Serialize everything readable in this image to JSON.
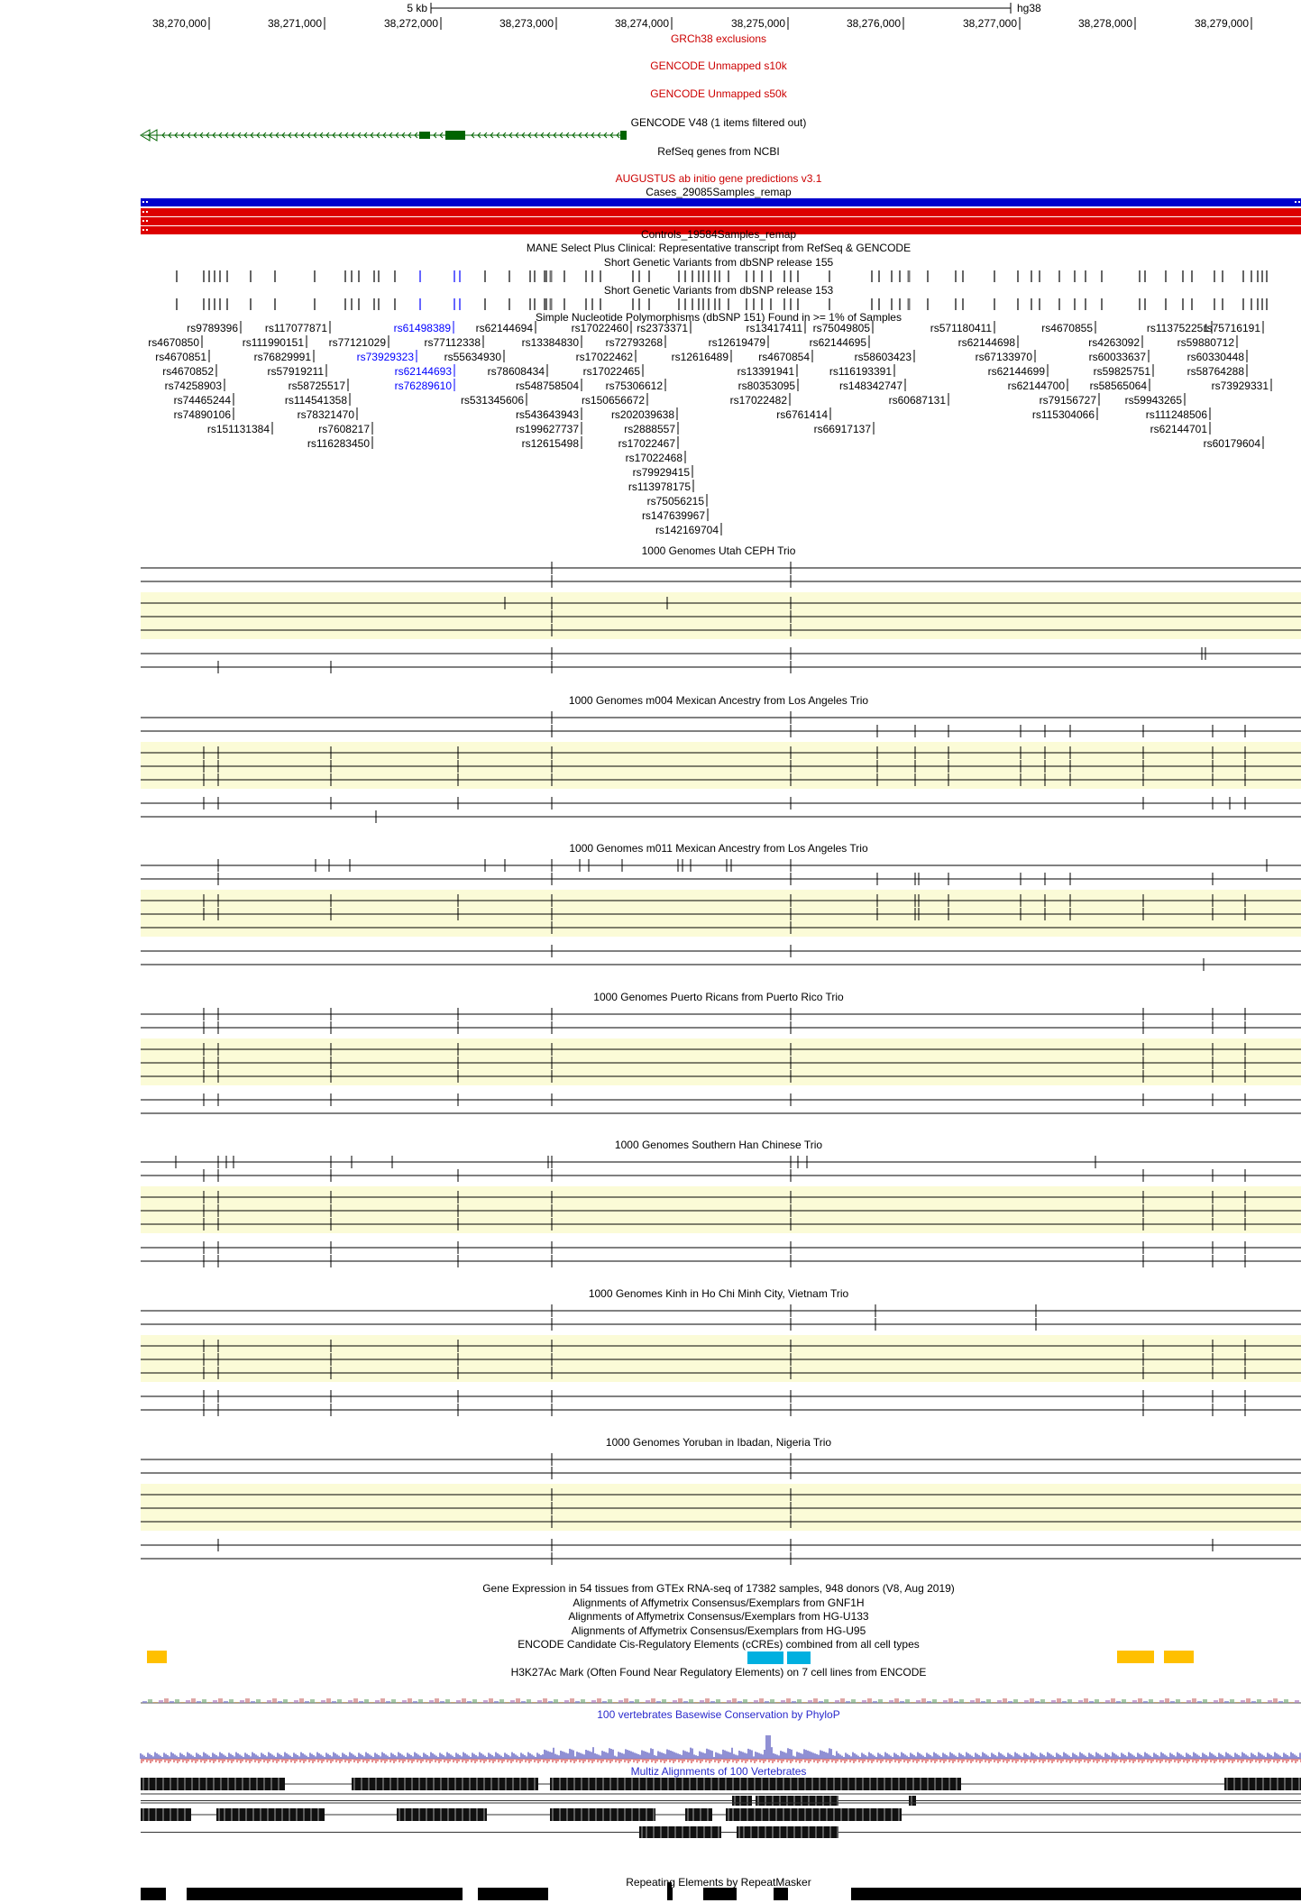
{
  "browser": {
    "scale_label": "5 kb",
    "assembly": "hg38",
    "ruler_positions": [
      "38,270,000",
      "38,271,000",
      "38,272,000",
      "38,273,000",
      "38,274,000",
      "38,275,000",
      "38,276,000",
      "38,277,000",
      "38,278,000",
      "38,279,000"
    ]
  },
  "colors": {
    "red_title": "#cc0000",
    "blue_title": "#2a2acc",
    "gencode_green": "#006400",
    "trio_highlight": "#fbfbd7",
    "cases_blue": "#0000cc",
    "controls_red": "#dd0000",
    "ccre_orange": "#ffc000",
    "ccre_cyan": "#00b0e0",
    "snp_blue": "#0000ff"
  },
  "tracks": {
    "grch38_exclusions": "GRCh38 exclusions",
    "gencode_unmapped_10k": "GENCODE Unmapped s10k",
    "gencode_unmapped_50k": "GENCODE Unmapped s50k",
    "gencode": "GENCODE V48 (1 items filtered out)",
    "refseq": "RefSeq genes from NCBI",
    "augustus": "AUGUSTUS ab initio gene predictions v3.1",
    "cases": "Cases_29085Samples_remap",
    "controls": "Controls_19584Samples_remap",
    "mane": "MANE Select Plus Clinical: Representative transcript from RefSeq & GENCODE",
    "dbsnp155": "Short Genetic Variants from dbSNP release 155",
    "dbsnp153": "Short Genetic Variants from dbSNP release 153",
    "common_snps": "Simple Nucleotide Polymorphisms (dbSNP 151) Found in >= 1% of Samples",
    "trios": [
      "1000 Genomes Utah CEPH Trio",
      "1000 Genomes m004 Mexican Ancestry from Los Angeles Trio",
      "1000 Genomes m011 Mexican Ancestry from Los Angeles Trio",
      "1000 Genomes Puerto Ricans from Puerto Rico Trio",
      "1000 Genomes Southern Han Chinese Trio",
      "1000 Genomes Kinh in Ho Chi Minh City, Vietnam Trio",
      "1000 Genomes Yoruban in Ibadan, Nigeria Trio"
    ],
    "gtex": "Gene Expression in 54 tissues from GTEx RNA-seq of 17382 samples, 948 donors (V8, Aug 2019)",
    "affy_gnf1h": "Alignments of Affymetrix Consensus/Exemplars from GNF1H",
    "affy_u133": "Alignments of Affymetrix Consensus/Exemplars from HG-U133",
    "affy_u95": "Alignments of Affymetrix Consensus/Exemplars from HG-U95",
    "encode_ccre": "ENCODE Candidate Cis-Regulatory Elements (cCREs) combined from all cell types",
    "h3k27ac": "H3K27Ac Mark (Often Found Near Regulatory Elements) on 7 cell lines from ENCODE",
    "phylop": "100 vertebrates Basewise Conservation by PhyloP",
    "multiz": "Multiz Alignments of 100 Vertebrates",
    "repeatmasker": "Repeating Elements by RepeatMasker"
  },
  "snp_labels": [
    {
      "id": "rs9789396",
      "blue": false
    },
    {
      "id": "rs117077871",
      "blue": false
    },
    {
      "id": "rs61498389",
      "blue": true
    },
    {
      "id": "rs62144694",
      "blue": false
    },
    {
      "id": "rs17022460",
      "blue": false
    },
    {
      "id": "rs2373371",
      "blue": false
    },
    {
      "id": "rs13417411",
      "blue": false
    },
    {
      "id": "rs75049805",
      "blue": false
    },
    {
      "id": "rs571180411",
      "blue": false
    },
    {
      "id": "rs4670855",
      "blue": false
    },
    {
      "id": "rs113752251",
      "blue": false
    },
    {
      "id": "rs75716191",
      "blue": false
    },
    {
      "id": "rs4670850",
      "blue": false
    },
    {
      "id": "rs111990151",
      "blue": false
    },
    {
      "id": "rs77121029",
      "blue": false
    },
    {
      "id": "rs77112338",
      "blue": false
    },
    {
      "id": "rs13384830",
      "blue": false
    },
    {
      "id": "rs72793268",
      "blue": false
    },
    {
      "id": "rs12619479",
      "blue": false
    },
    {
      "id": "rs62144695",
      "blue": false
    },
    {
      "id": "rs62144698",
      "blue": false
    },
    {
      "id": "rs4263092",
      "blue": false
    },
    {
      "id": "rs59880712",
      "blue": false
    },
    {
      "id": "rs4670851",
      "blue": false
    },
    {
      "id": "rs76829991",
      "blue": false
    },
    {
      "id": "rs73929323",
      "blue": true
    },
    {
      "id": "rs55634930",
      "blue": false
    },
    {
      "id": "rs17022462",
      "blue": false
    },
    {
      "id": "rs12616489",
      "blue": false
    },
    {
      "id": "rs4670854",
      "blue": false
    },
    {
      "id": "rs58603423",
      "blue": false
    },
    {
      "id": "rs67133970",
      "blue": false
    },
    {
      "id": "rs60033637",
      "blue": false
    },
    {
      "id": "rs60330448",
      "blue": false
    },
    {
      "id": "rs4670852",
      "blue": false
    },
    {
      "id": "rs57919211",
      "blue": false
    },
    {
      "id": "rs62144693",
      "blue": true
    },
    {
      "id": "rs78608434",
      "blue": false
    },
    {
      "id": "rs17022465",
      "blue": false
    },
    {
      "id": "rs13391941",
      "blue": false
    },
    {
      "id": "rs116193391",
      "blue": false
    },
    {
      "id": "rs62144699",
      "blue": false
    },
    {
      "id": "rs59825751",
      "blue": false
    },
    {
      "id": "rs58764288",
      "blue": false
    },
    {
      "id": "rs74258903",
      "blue": false
    },
    {
      "id": "rs58725517",
      "blue": false
    },
    {
      "id": "rs76289610",
      "blue": true
    },
    {
      "id": "rs548758504",
      "blue": false
    },
    {
      "id": "rs75306612",
      "blue": false
    },
    {
      "id": "rs80353095",
      "blue": false
    },
    {
      "id": "rs148342747",
      "blue": false
    },
    {
      "id": "rs62144700",
      "blue": false
    },
    {
      "id": "rs58565064",
      "blue": false
    },
    {
      "id": "rs73929331",
      "blue": false
    },
    {
      "id": "rs74465244",
      "blue": false
    },
    {
      "id": "rs114541358",
      "blue": false
    },
    {
      "id": "rs531345606",
      "blue": false
    },
    {
      "id": "rs150656672",
      "blue": false
    },
    {
      "id": "rs17022482",
      "blue": false
    },
    {
      "id": "rs60687131",
      "blue": false
    },
    {
      "id": "rs79156727",
      "blue": false
    },
    {
      "id": "rs59943265",
      "blue": false
    },
    {
      "id": "rs74890106",
      "blue": false
    },
    {
      "id": "rs78321470",
      "blue": false
    },
    {
      "id": "rs543643943",
      "blue": false
    },
    {
      "id": "rs202039638",
      "blue": false
    },
    {
      "id": "rs6761414",
      "blue": false
    },
    {
      "id": "rs115304066",
      "blue": false
    },
    {
      "id": "rs111248506",
      "blue": false
    },
    {
      "id": "rs151131384",
      "blue": false
    },
    {
      "id": "rs7608217",
      "blue": false
    },
    {
      "id": "rs199627737",
      "blue": false
    },
    {
      "id": "rs2888557",
      "blue": false
    },
    {
      "id": "rs66917137",
      "blue": false
    },
    {
      "id": "rs62144701",
      "blue": false
    },
    {
      "id": "rs116283450",
      "blue": false
    },
    {
      "id": "rs12615498",
      "blue": false
    },
    {
      "id": "rs17022467",
      "blue": false
    },
    {
      "id": "rs60179604",
      "blue": false
    },
    {
      "id": "rs17022468",
      "blue": false
    },
    {
      "id": "rs79929415",
      "blue": false
    },
    {
      "id": "rs113978175",
      "blue": false
    },
    {
      "id": "rs75056215",
      "blue": false
    },
    {
      "id": "rs147639967",
      "blue": false
    },
    {
      "id": "rs142169704",
      "blue": false
    }
  ]
}
